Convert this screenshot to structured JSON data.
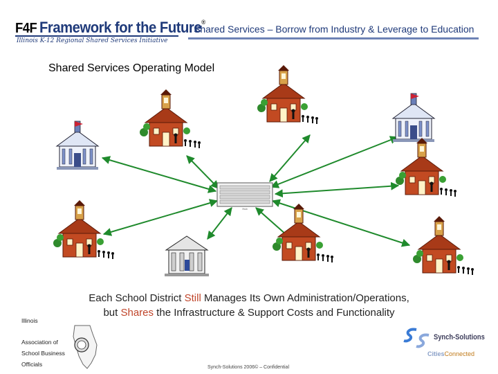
{
  "header": {
    "logo_mark": "F4F",
    "logo_text": "Framework for the Future",
    "logo_tm": "®",
    "logo_subtitle": "Illinois K-12 Regional Shared Services Initiative",
    "title": "Shared Services – Borrow from Industry &  Leverage to Education"
  },
  "slide": {
    "title": "Shared Services Operating Model",
    "server_label": "Hub"
  },
  "caption": {
    "line1_a": "Each School District ",
    "line1_hl": "Still",
    "line1_b": " Manages Its Own Administration/Operations,",
    "line2_a": "but ",
    "line2_hl": "Shares",
    "line2_b": " the Infrastructure & Support Costs and Functionality"
  },
  "association": {
    "line1": "Illinois",
    "line2": "Association of",
    "line3": "School Business",
    "line4": "Officials"
  },
  "synch": {
    "name": "Synch-Solutions",
    "tag_cities": "Cities",
    "tag_connected": "Connected"
  },
  "footer": "Synch-Solutions 2006© – Confidential",
  "colors": {
    "arrow": "#1f8a2c",
    "schoolhouse": "#b5421f",
    "header_blue": "#1f3a7a",
    "highlight": "#c0452a"
  }
}
